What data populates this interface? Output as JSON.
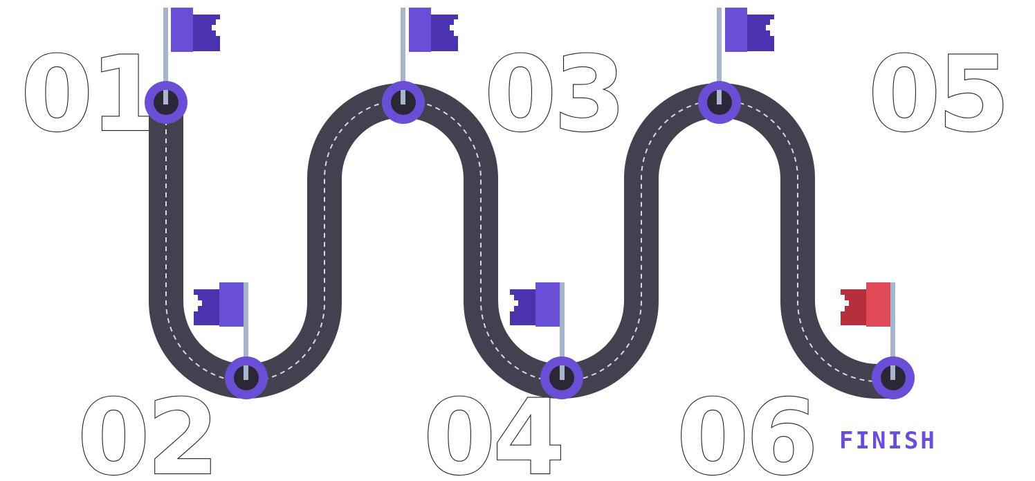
{
  "steps": [
    {
      "number": "01",
      "flag": "left",
      "color_key": "step"
    },
    {
      "number": "02",
      "flag": "left",
      "color_key": "step"
    },
    {
      "number": "03",
      "flag": "left",
      "color_key": "step"
    },
    {
      "number": "04",
      "flag": "left",
      "color_key": "step"
    },
    {
      "number": "05",
      "flag": "left",
      "color_key": "step"
    },
    {
      "number": "06",
      "flag": "left",
      "color_key": "finish"
    }
  ],
  "finish": {
    "label": "FINISH"
  },
  "colors": {
    "road": "#43414f",
    "road_dash": "#d9d9e0",
    "milestone_ring": "#6a4fd6",
    "milestone_center": "#2a2836",
    "flag_step": "#6a4fd6",
    "flag_step_dark": "#4b33b0",
    "flag_finish": "#e04a57",
    "flag_finish_dark": "#b5303c",
    "pole": "#a6b4cc",
    "finish_text": "#6a4fd6",
    "number_outline": "#222222"
  }
}
